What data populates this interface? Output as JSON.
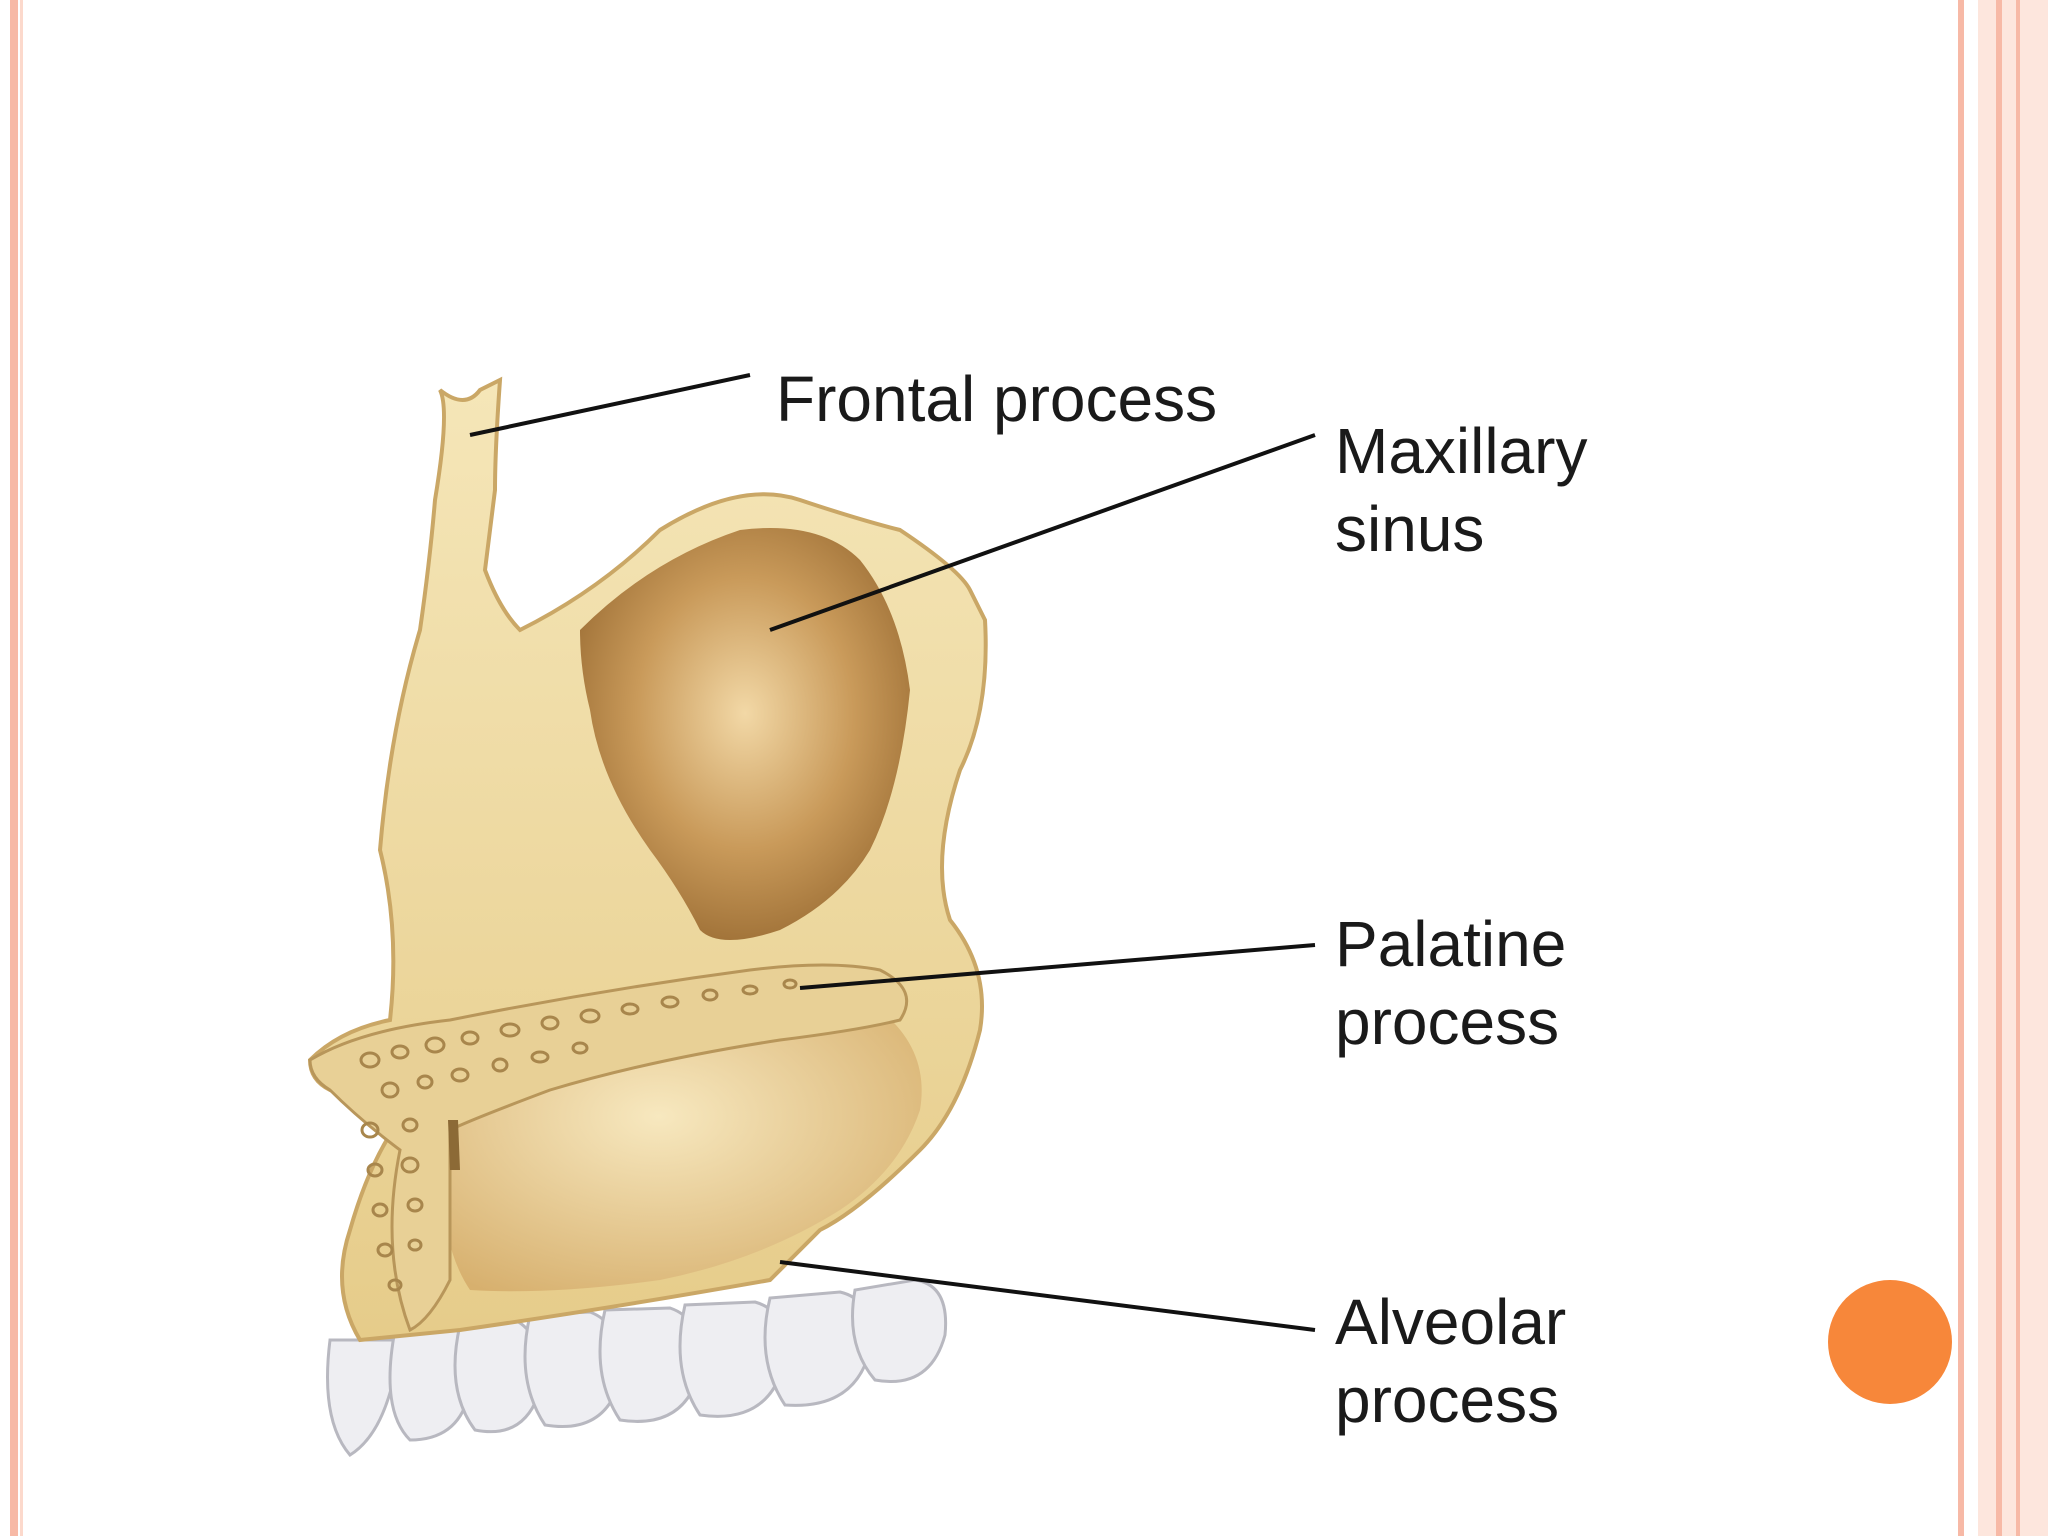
{
  "colors": {
    "frame": "#f7b9a6",
    "frame_inner": "#fcd9cc",
    "accent": "#f7873a",
    "bone": "#f0dca6",
    "bone_shadow": "#d9b870",
    "sinus": "#b98a4c",
    "teeth": "#f1f1f4"
  },
  "labels": {
    "frontal": "Frontal process",
    "maxillary": "Maxillary\nsinus",
    "palatine": "Palatine\nprocess",
    "alveolar": "Alveolar\nprocess"
  },
  "icons": {
    "accent": "orange-circle-icon"
  }
}
